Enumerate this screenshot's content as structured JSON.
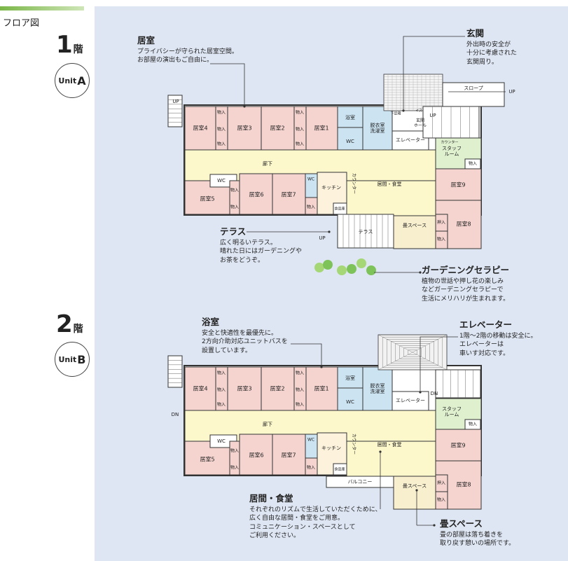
{
  "page_title": "フロア図",
  "floor1": {
    "num": "1",
    "unit_suffix": "階",
    "unit_label": "Unit",
    "unit_letter": "A"
  },
  "floor2": {
    "num": "2",
    "unit_suffix": "階",
    "unit_label": "Unit",
    "unit_letter": "B"
  },
  "annotations": {
    "kyoshitsu": {
      "title": "居室",
      "body": "プライバシーが守られた居室空間。\nお部屋の演出もご自由に。"
    },
    "genkan": {
      "title": "玄関",
      "body": "外出時の安全が\n十分に考慮された\n玄関周り。"
    },
    "terrace": {
      "title": "テラス",
      "body": "広く明るいテラス。\n晴れた日にはガーデニングや\nお茶をどうぞ。"
    },
    "garden": {
      "title": "ガーデニングセラピー",
      "body": "植物の世話や押し花の楽しみ\nなどガーデニングセラピーで\n生活にメリハリが生まれます。"
    },
    "bath": {
      "title": "浴室",
      "body": "安全と快適性を最優先に。\n2方向介助対応ユニットバスを\n設置しています。"
    },
    "elevator": {
      "title": "エレベーター",
      "body": "1階～2階の移動は安全に。\nエレベーターは\n車いす対応です。"
    },
    "living": {
      "title": "居間・食堂",
      "body": "それぞれのリズムで生活していただくために、\n広く自由な居間・食堂をご用意。\nコミュニケーション・スペースとして\nご利用ください。"
    },
    "tatami": {
      "title": "畳スペース",
      "body": "畳の部屋は落ち着きを\n取り戻す憩いの場所です。"
    }
  },
  "plan_labels": {
    "rooms_top": [
      "居室4",
      "居室3",
      "居室2",
      "居室1"
    ],
    "rooms_bottom": [
      "居室5",
      "居室6",
      "居室7"
    ],
    "room9": "居室9",
    "room8": "居室8",
    "storage": "物入",
    "bath": "浴室",
    "wc": "WC",
    "dressing": "脱衣室\n洗濯室",
    "elevator": "エレベーター",
    "corridor": "廊下",
    "living": "居間・食堂",
    "kitchen": "キッチン",
    "counter": "カウンター",
    "pantry": "食品庫",
    "staff": "スタッフ\nルーム",
    "staff_counter": "カウンター",
    "tatami": "畳スペース",
    "closet": "押入",
    "terrace": "テラス",
    "balcony": "バルコニー",
    "slope": "スロープ",
    "up": "UP",
    "dn": "DN",
    "entrance_hall": "玄関\nホール",
    "shoe": "下足箱",
    "chair": "イス"
  }
}
